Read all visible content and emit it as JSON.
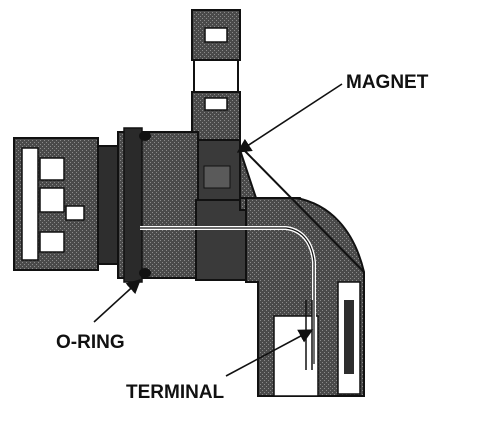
{
  "labels": {
    "magnet": "MAGNET",
    "o_ring": "O-RING",
    "terminal": "TERMINAL"
  },
  "colors": {
    "ink": "#111111",
    "dark_fill": "#3a3a3a",
    "mid_fill": "#6a6a6a",
    "light_fill": "#ffffff",
    "background": "#ffffff"
  }
}
